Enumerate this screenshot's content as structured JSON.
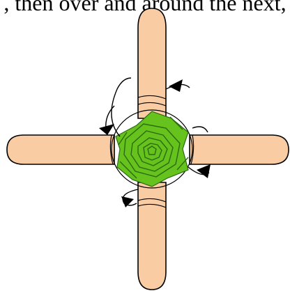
{
  "caption": ", then over and around the next,",
  "diagram": {
    "description_items": [
      "craft-sticks",
      "yarn-weave",
      "wrap-arrows"
    ],
    "colors": {
      "stick_fill": "#f9cca4",
      "stick_outline": "#000000",
      "yarn_fill": "#66c21c",
      "yarn_line": "#2d6a10",
      "thread": "#000000",
      "background": "#ffffff"
    },
    "icons": {
      "wrap_arrow": "curved-arrow-icon"
    }
  }
}
